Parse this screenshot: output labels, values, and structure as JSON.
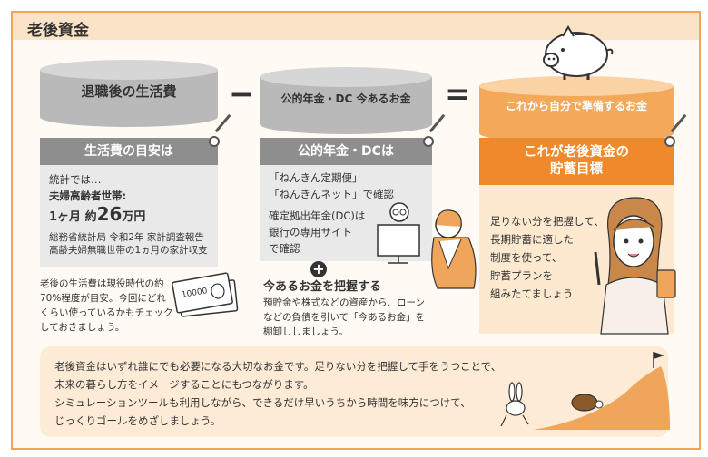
{
  "title": "老後資金",
  "cylinders": {
    "left": "退職後の生活費",
    "middle": "公的年金・DC 今あるお金",
    "right": "これから自分で準備するお金"
  },
  "operators": {
    "minus": "−",
    "equals": "="
  },
  "card1": {
    "head": "生活費の目安は",
    "line1": "統計では…",
    "line2": "夫婦高齢者世帯:",
    "amount_prefix": "1ヶ月 約",
    "amount_num": "26",
    "amount_suffix": "万円",
    "source1": "総務省統計局 令和2年 家計調査報告",
    "source2": "高齢夫婦無職世帯の1ヵ月の家計収支"
  },
  "card1_note": {
    "line1": "老後の生活費は現役時代の約",
    "line2": "70%程度が目安。今回にどれ",
    "line3": "くらい使っているかもチェック",
    "line4": "しておきましょう。"
  },
  "card2": {
    "head": "公的年金・DCは",
    "line1": "「ねんきん定期便」",
    "line2": "「ねんきんネット」で確認",
    "line3": "確定拠出年金(DC)は",
    "line4": "銀行の専用サイト",
    "line5": "で確認"
  },
  "card2_plus": {
    "symbol": "+",
    "heading": "今あるお金を把握する",
    "line1": "預貯金や株式などの資産から、ローン",
    "line2": "などの負債を引いて「今あるお金」を",
    "line3": "棚卸ししましょう。"
  },
  "card3": {
    "head1": "これが老後資金の",
    "head2": "貯蓄目標",
    "line1": "足りない分を把握して、",
    "line2": "長期貯蓄に適した",
    "line3": "制度を使って、",
    "line4": "貯蓄プランを",
    "line5": "組みたてましょう"
  },
  "bill_text": "10000",
  "bottom_note": {
    "line1": "老後資金はいずれ誰にでも必要になる大切なお金です。足りない分を把握して手をうつことで、",
    "line2": "未来の暮らし方をイメージすることにもつながります。",
    "line3": "シミュレーションツールも利用しながら、できるだけ早いうちから時間を味方につけて、",
    "line4": "じっくりゴールをめざしましょう。"
  },
  "colors": {
    "orange": "#ef8a2c",
    "light_orange": "#fde9cf",
    "gray_head": "#8e8e8e",
    "gray_body": "#e9e9e9"
  }
}
